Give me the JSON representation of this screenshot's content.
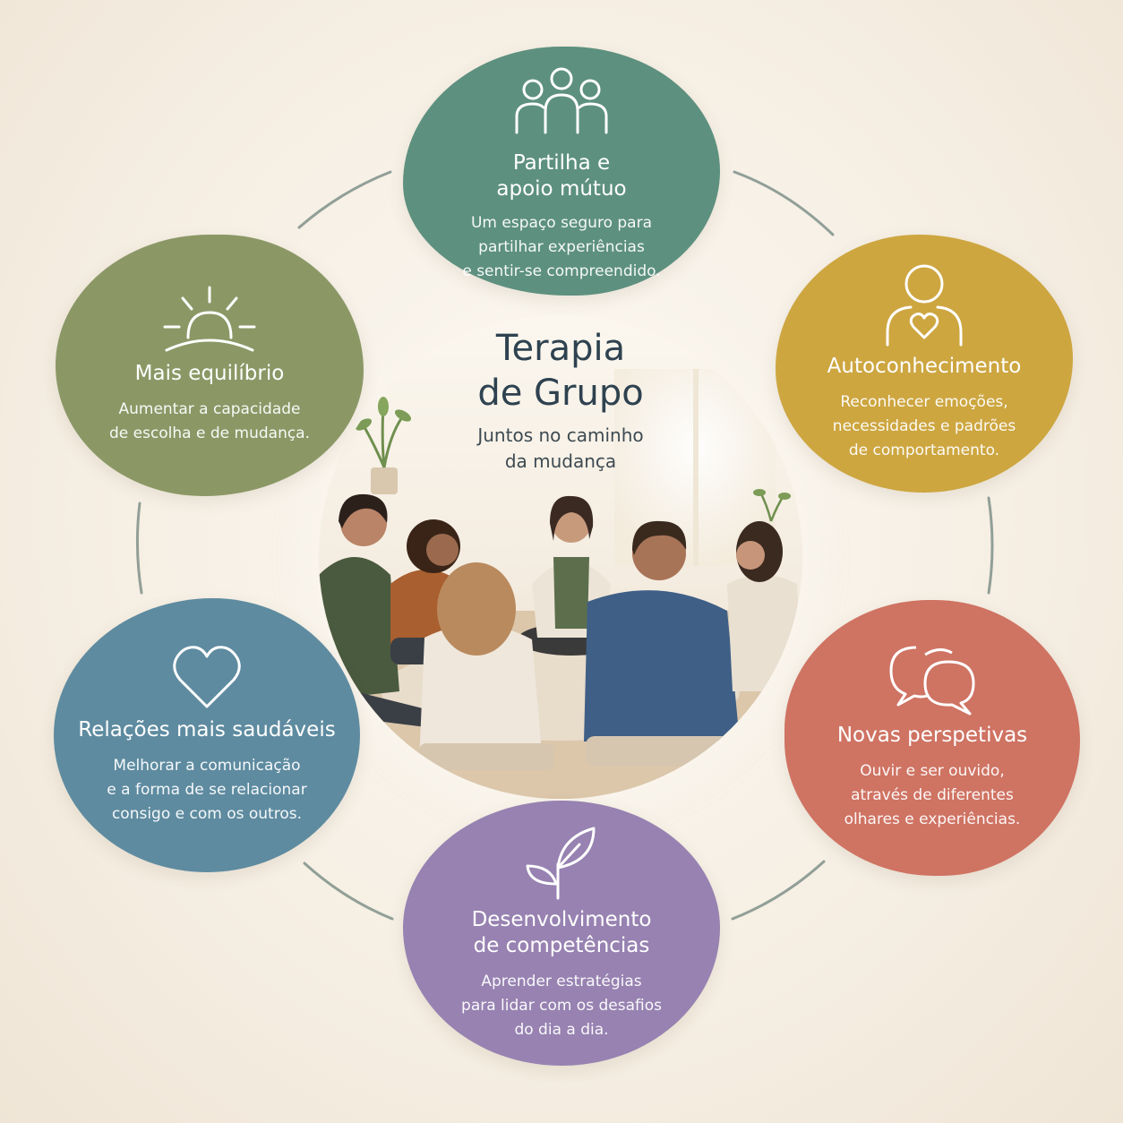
{
  "center": {
    "title": "Terapia\nde Grupo",
    "subtitle": "Juntos no caminho\nda mudança"
  },
  "nodes": [
    {
      "id": "top",
      "icon": "people-group-icon",
      "title": "Partilha e\napoio mútuo",
      "description": "Um espaço seguro para\npartilhar experiências\ne sentir-se compreendido.",
      "color": "#5d907f"
    },
    {
      "id": "right",
      "icon": "person-heart-icon",
      "title": "Autoconhecimento",
      "description": "Reconhecer emoções,\nnecessidades e padrões\nde comportamento.",
      "color": "#cda640"
    },
    {
      "id": "bottom-right",
      "icon": "speech-bubbles-icon",
      "title": "Novas perspetivas",
      "description": "Ouvir e ser ouvido,\natravés de diferentes\nolhares e experiências.",
      "color": "#cf7363"
    },
    {
      "id": "bottom",
      "icon": "sprout-icon",
      "title": "Desenvolvimento\nde competências",
      "description": "Aprender estratégias\npara lidar com os desafios\ndo dia a dia.",
      "color": "#9782b1"
    },
    {
      "id": "bottom-left",
      "icon": "heart-icon",
      "title": "Relações mais saudáveis",
      "description": "Melhorar a comunicação\ne a forma de se relacionar\nconsigo e com os outros.",
      "color": "#5e8ba0"
    },
    {
      "id": "left",
      "icon": "sunrise-icon",
      "title": "Mais equilíbrio",
      "description": "Aumentar a capacidade\nde escolha e de mudança.",
      "color": "#8b9866"
    }
  ]
}
